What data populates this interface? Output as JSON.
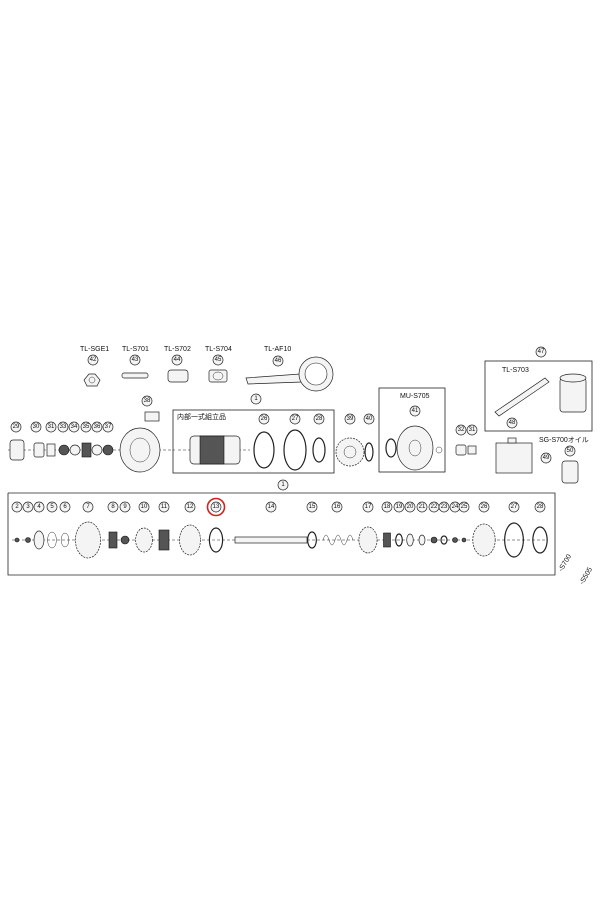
{
  "tools": [
    {
      "label": "TL-SGE1",
      "num": "42"
    },
    {
      "label": "TL-S701",
      "num": "43"
    },
    {
      "label": "TL-S702",
      "num": "44"
    },
    {
      "label": "TL-S704",
      "num": "45"
    },
    {
      "label": "TL-AF10",
      "num": "46"
    }
  ],
  "box_labels": {
    "assembly": "内部一式組立品",
    "mu": "MU-S705",
    "tl_s703": "TL-S703",
    "oil": "SG-S700オイル"
  },
  "side_labels": {
    "s700": "-S700",
    "s505": "-S505"
  },
  "callouts": {
    "n1": "1",
    "n1b": "1",
    "n26": "26",
    "n27": "27",
    "n28": "28",
    "n29": "29",
    "n30": "30",
    "n31": "31",
    "n33": "33",
    "n34": "34",
    "n35": "35",
    "n36": "36",
    "n37": "37",
    "n38": "38",
    "n39": "39",
    "n40": "40",
    "n41": "41",
    "n32": "32",
    "n31b": "31",
    "n47": "47",
    "n48": "48",
    "n49": "49",
    "n50": "50"
  },
  "bottom_row": [
    "2",
    "3",
    "4",
    "5",
    "6",
    "7",
    "8",
    "9",
    "10",
    "11",
    "12",
    "13",
    "14",
    "15",
    "16",
    "17",
    "18",
    "19",
    "20",
    "21",
    "22",
    "23",
    "24",
    "25",
    "26",
    "27",
    "28"
  ],
  "highlight": "13",
  "highlight_color": "#d42020"
}
